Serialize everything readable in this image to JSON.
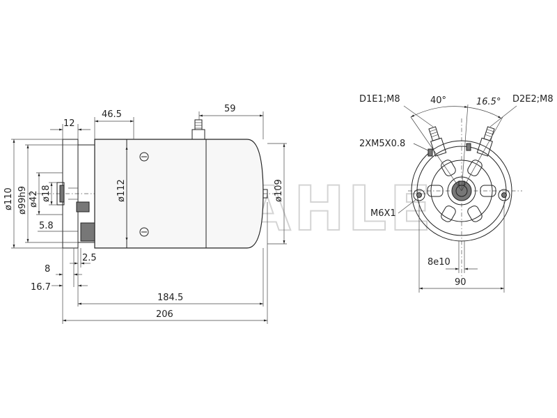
{
  "watermark": "MAHLE",
  "side_view": {
    "dims_top": {
      "d12": "12",
      "d46_5": "46.5",
      "d59": "59"
    },
    "dims_left": {
      "d110": "ø110",
      "d99h9": "ø99h9",
      "d42": "ø42",
      "d18": "ø18",
      "d5_8": "5.8"
    },
    "dims_body": {
      "d112": "ø112",
      "d109": "ø109"
    },
    "dims_bottom": {
      "d2_5": "2.5",
      "d8": "8",
      "d16_7": "16.7",
      "d184_5": "184.5",
      "d206": "206"
    }
  },
  "end_view": {
    "labels": {
      "d1e1": "D1E1;M8",
      "d2e2": "D2E2;M8",
      "angle40": "40°",
      "angle16_5": "16.5°",
      "holes": "2XM5X0.8",
      "m6x1": "M6X1",
      "d8e10": "8e10",
      "d90": "90"
    }
  }
}
